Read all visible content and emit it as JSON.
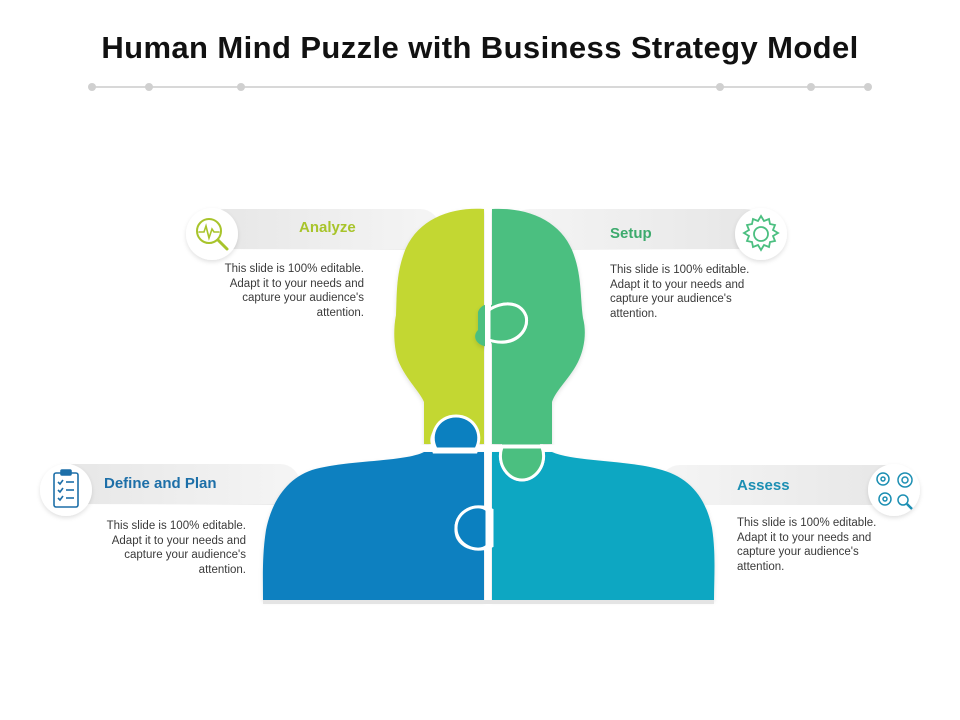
{
  "title": "Human Mind Puzzle with Business Strategy Model",
  "colors": {
    "analyze": "#c3d733",
    "setup": "#4bbf80",
    "define": "#0b80c0",
    "assess": "#0aa7c2",
    "analyze_text": "#a8c42b",
    "setup_text": "#3daa6d",
    "define_text": "#1d6fa8",
    "assess_text": "#1c8fb3",
    "banner": "#f1f1f1",
    "rule": "#d4d4d4"
  },
  "sections": {
    "analyze": {
      "label": "Analyze",
      "desc": "This slide is 100% editable. Adapt it to your needs and capture your audience's attention.",
      "icon": "magnifier-pulse-icon"
    },
    "setup": {
      "label": "Setup",
      "desc": "This slide is 100% editable. Adapt it to your needs and capture your audience's attention.",
      "icon": "gear-icon"
    },
    "define": {
      "label": "Define and Plan",
      "desc": "This slide is 100% editable. Adapt it to your needs and capture your audience's attention.",
      "icon": "checklist-icon"
    },
    "assess": {
      "label": "Assess",
      "desc": "This slide is 100% editable. Adapt it to your needs and capture your audience's attention.",
      "icon": "gears-magnifier-icon"
    }
  }
}
